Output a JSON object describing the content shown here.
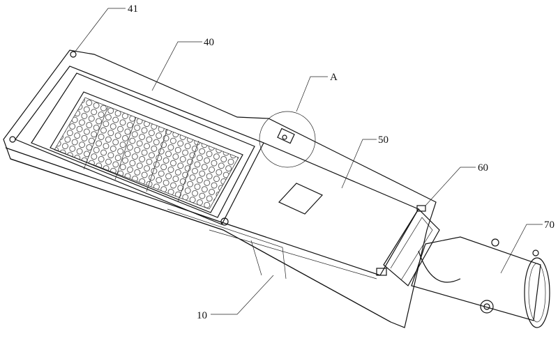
{
  "figure": {
    "labels": {
      "l41": "41",
      "l40": "40",
      "lA": "A",
      "l50": "50",
      "l60": "60",
      "l70": "70",
      "l10": "10"
    }
  }
}
